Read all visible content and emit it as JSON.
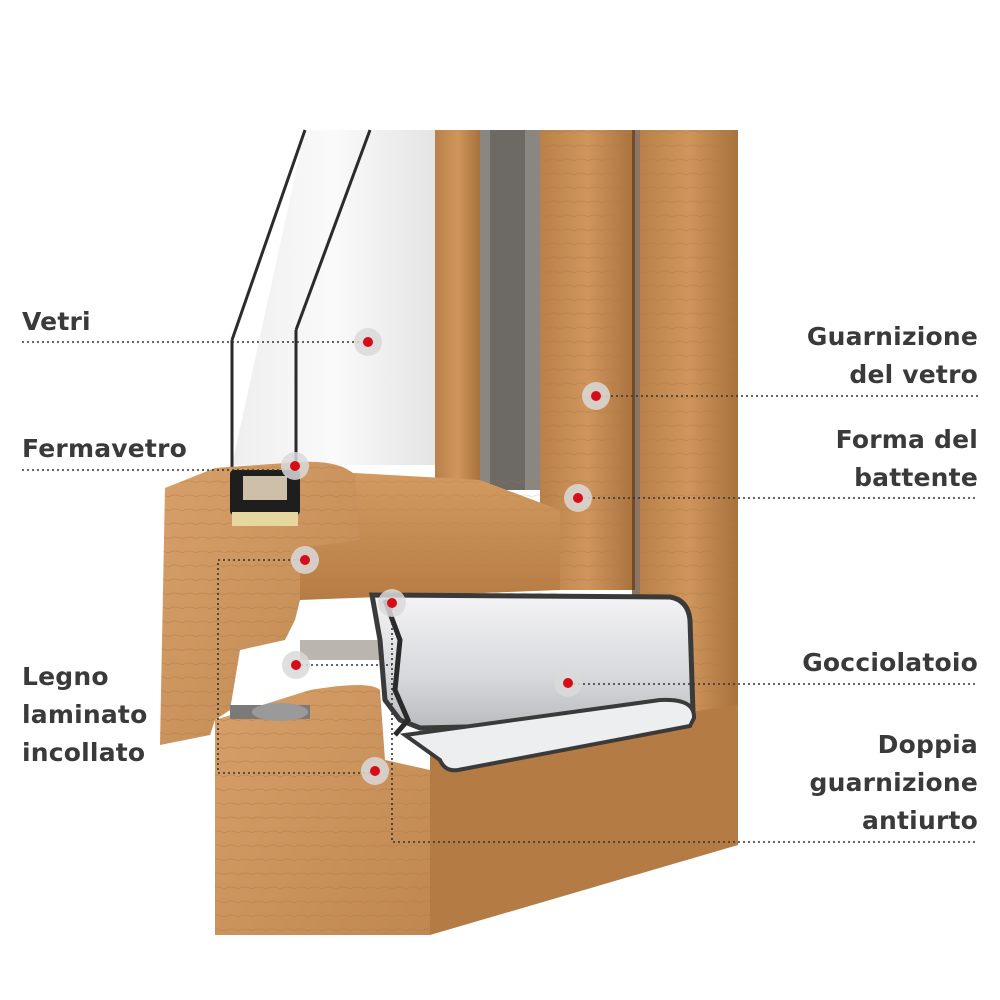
{
  "callouts": {
    "vetri": "Vetri",
    "fermavetro": "Fermavetro",
    "legno": "Legno\nlaminato\nincollato",
    "guarnizione_vetro": "Guarnizione\ndel vetro",
    "forma_battente": "Forma del\nbattente",
    "gocciolatoio": "Gocciolatoio",
    "doppia_guarnizione": "Doppia\nguarnizione\nantiurto"
  },
  "colors": {
    "marker": "#d50d18",
    "wood": "#c98e55",
    "aluminium": "#dcdde0",
    "text": "#3a3a3a"
  }
}
